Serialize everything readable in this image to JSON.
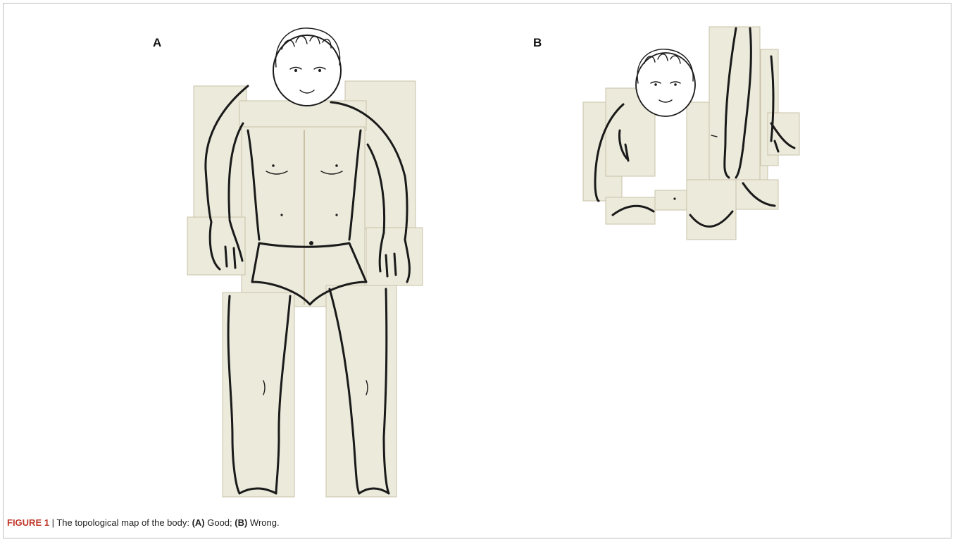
{
  "panels": {
    "a": {
      "label": "A"
    },
    "b": {
      "label": "B"
    }
  },
  "caption": {
    "figure_number": "FIGURE 1",
    "separator": " | ",
    "text_main": " The topological map of the body: ",
    "a_ref": "(A)",
    "a_text": " Good; ",
    "b_ref": "(B)",
    "b_text": " Wrong."
  }
}
